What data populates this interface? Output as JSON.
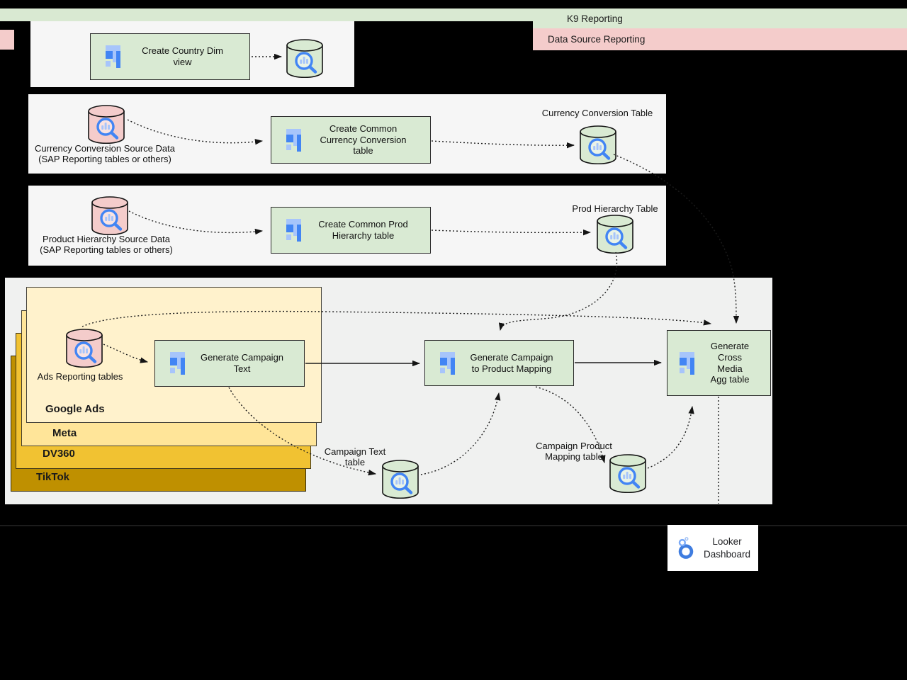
{
  "legend": {
    "k9": "K9 Reporting",
    "data_source": "Data Source Reporting"
  },
  "flow_country": {
    "process": "Create Country Dim\nview"
  },
  "flow_currency": {
    "source": "Currency Conversion Source Data\n(SAP Reporting tables or others)",
    "process": "Create Common\nCurrency Conversion\ntable",
    "output": "Currency Conversion Table"
  },
  "flow_product": {
    "source": "Product Hierarchy Source Data\n(SAP Reporting tables or others)",
    "process": "Create Common Prod\nHierarchy table",
    "output": "Prod Hierarchy Table"
  },
  "media": {
    "platforms": [
      "Google Ads",
      "Meta",
      "DV360",
      "TikTok"
    ],
    "source": "Ads Reporting tables",
    "generate_text": "Generate Campaign\nText",
    "generate_mapping": "Generate Campaign\nto Product Mapping",
    "generate_agg": "Generate\nCross\nMedia\nAgg table",
    "text_table": "Campaign Text\ntable",
    "mapping_table": "Campaign Product\nMapping table"
  },
  "looker": {
    "label": "Looker\nDashboard"
  },
  "icons": {
    "process": "dataform-icon",
    "table": "bigquery-table-icon",
    "dashboard": "looker-icon"
  },
  "colors": {
    "k9_green": "#d9e9d2",
    "source_pink": "#f4cccb",
    "panel_white": "#f6f6f6",
    "panel_gray": "#f0f1f0",
    "box_green": "#d9ead3",
    "card_google": "#fff2cc",
    "card_meta": "#ffe599",
    "card_dv360": "#f1c232",
    "card_tiktok": "#bf9000",
    "blue_dark": "#4285f4",
    "blue_light": "#a7c5fb",
    "looker_blue": "#3f7de0",
    "text": "#141414"
  }
}
